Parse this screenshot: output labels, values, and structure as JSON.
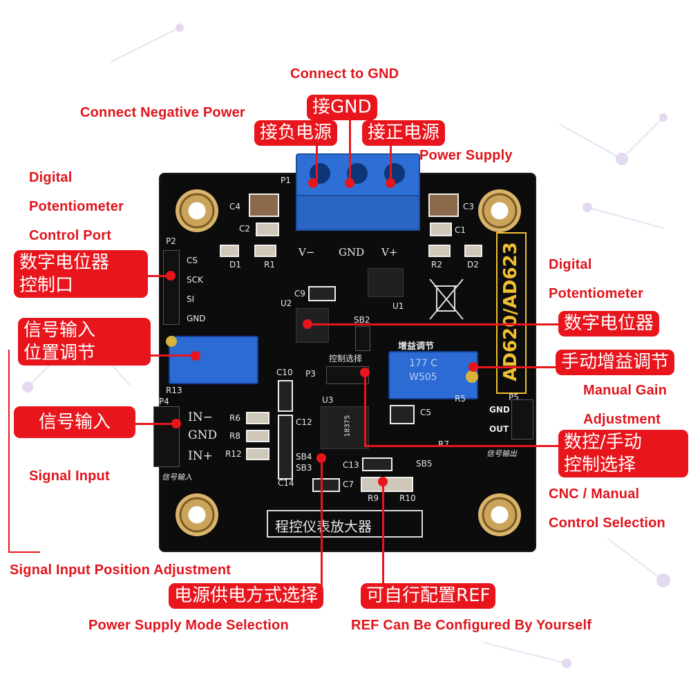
{
  "annotations_en": {
    "connect_gnd": "Connect to GND",
    "connect_negative": "Connect Negative Power",
    "power_supply": "Power Supply",
    "digital_pot_port_1": "Digital",
    "digital_pot_port_2": "Potentiometer",
    "digital_pot_port_3": "Control Port",
    "digital_pot_1": "Digital",
    "digital_pot_2": "Potentiometer",
    "manual_gain_1": "Manual Gain",
    "manual_gain_2": "Adjustment",
    "signal_input": "Signal Input",
    "cnc_manual_1": "CNC / Manual",
    "cnc_manual_2": "Control Selection",
    "signal_pos_adj": "Signal Input Position Adjustment",
    "power_mode": "Power Supply Mode Selection",
    "ref_config": "REF Can Be Configured By Yourself"
  },
  "annotations_cn": {
    "gnd": "接GND",
    "negative": "接负电源",
    "positive": "接正电源",
    "pot_port_1": "数字电位器",
    "pot_port_2": "控制口",
    "signal_pos_1": "信号输入",
    "signal_pos_2": "位置调节",
    "signal_input": "信号输入",
    "digital_pot": "数字电位器",
    "manual_gain": "手动增益调节",
    "cnc_manual_1": "数控/手动",
    "cnc_manual_2": "控制选择",
    "power_mode": "电源供电方式选择",
    "ref": "可自行配置REF"
  },
  "board": {
    "model": "AD620/AD623",
    "title_cn": "程控仪表放大器",
    "label_vminus": "V−",
    "label_gnd": "GND",
    "label_vplus": "V+",
    "pin_cs": "CS",
    "pin_sck": "SCK",
    "pin_si": "SI",
    "pin_gnd": "GND",
    "in_minus": "IN−",
    "in_gnd": "GND",
    "in_plus": "IN+",
    "signal_in_cn": "信号输入",
    "gain_adj_cn": "增益调节",
    "control_select_cn": "控制选择",
    "out_gnd": "GND",
    "out_out": "OUT",
    "signal_out_cn": "信号输出",
    "pot_marking": "W505",
    "pot_marking2": "177 C",
    "chip_marking": "18375",
    "refs": {
      "p1": "P1",
      "c4": "C4",
      "c2": "C2",
      "d1": "D1",
      "r1": "R1",
      "c3": "C3",
      "c1": "C1",
      "r2": "R2",
      "d2": "D2",
      "p2": "P2",
      "c9": "C9",
      "u2": "U2",
      "u1": "U1",
      "sb2": "SB2",
      "p3": "P3",
      "r13": "R13",
      "c10": "C10",
      "p4": "P4",
      "r6": "R6",
      "r8": "R8",
      "r12": "R12",
      "c12": "C12",
      "sb4": "SB4",
      "sb3": "SB3",
      "c14": "C14",
      "u3": "U3",
      "c5": "C5",
      "r7": "R7",
      "c13": "C13",
      "sb5": "SB5",
      "c7": "C7",
      "r9": "R9",
      "r10": "R10",
      "r5": "R5",
      "p5": "P5"
    }
  }
}
